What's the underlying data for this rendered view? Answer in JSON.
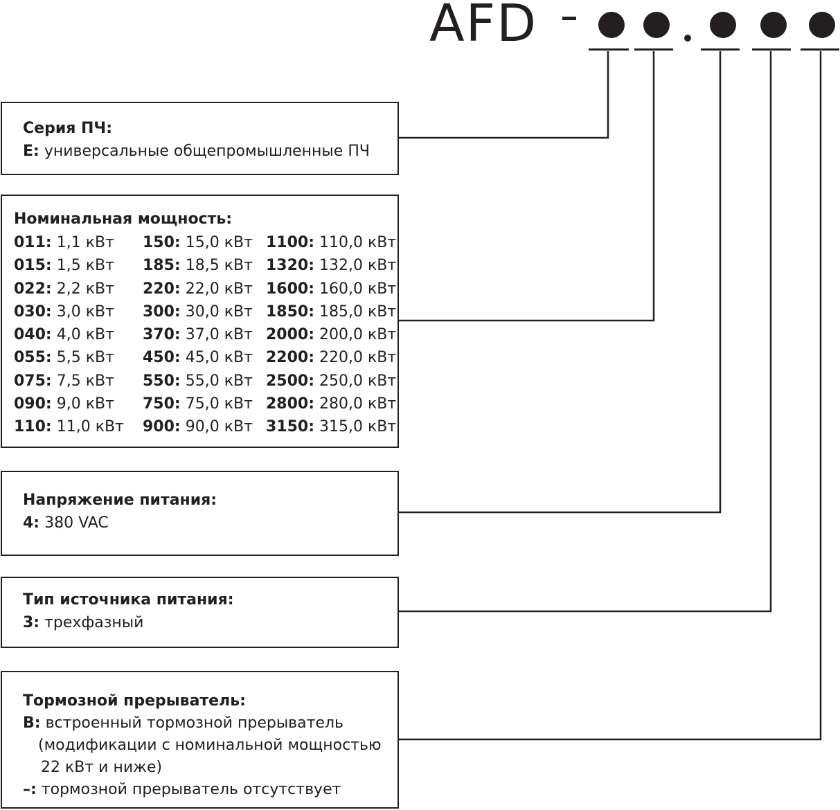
{
  "header": {
    "prefix": "AFD"
  },
  "boxes": {
    "series": {
      "title": "Серия ПЧ:",
      "items": [
        {
          "code": "E:",
          "text": " универсальные общепромышленные ПЧ"
        }
      ]
    },
    "power": {
      "title": "Номинальная мощность:",
      "columns": [
        [
          {
            "code": "011:",
            "text": " 1,1 кВт"
          },
          {
            "code": "015:",
            "text": " 1,5 кВт"
          },
          {
            "code": "022:",
            "text": " 2,2 кВт"
          },
          {
            "code": "030:",
            "text": " 3,0 кВт"
          },
          {
            "code": "040:",
            "text": " 4,0 кВт"
          },
          {
            "code": "055:",
            "text": " 5,5 кВт"
          },
          {
            "code": "075:",
            "text": " 7,5 кВт"
          },
          {
            "code": "090:",
            "text": " 9,0 кВт"
          },
          {
            "code": "110:",
            "text": " 11,0 кВт"
          }
        ],
        [
          {
            "code": "150:",
            "text": " 15,0 кВт"
          },
          {
            "code": "185:",
            "text": " 18,5 кВт"
          },
          {
            "code": "220:",
            "text": " 22,0 кВт"
          },
          {
            "code": "300:",
            "text": " 30,0 кВт"
          },
          {
            "code": "370:",
            "text": " 37,0 кВт"
          },
          {
            "code": "450:",
            "text": " 45,0 кВт"
          },
          {
            "code": "550:",
            "text": " 55,0 кВт"
          },
          {
            "code": "750:",
            "text": " 75,0 кВт"
          },
          {
            "code": "900:",
            "text": " 90,0 кВт"
          }
        ],
        [
          {
            "code": "1100:",
            "text": " 110,0 кВт"
          },
          {
            "code": "1320:",
            "text": " 132,0 кВт"
          },
          {
            "code": "1600:",
            "text": " 160,0 кВт"
          },
          {
            "code": "1850:",
            "text": " 185,0 кВт"
          },
          {
            "code": "2000:",
            "text": " 200,0 кВт"
          },
          {
            "code": "2200:",
            "text": " 220,0 кВт"
          },
          {
            "code": "2500:",
            "text": " 250,0 кВт"
          },
          {
            "code": "2800:",
            "text": " 280,0 кВт"
          },
          {
            "code": "3150:",
            "text": " 315,0 кВт"
          }
        ]
      ]
    },
    "voltage": {
      "title": "Напряжение питания:",
      "items": [
        {
          "code": "4:",
          "text": " 380 VAC"
        }
      ]
    },
    "phase": {
      "title": "Тип источника питания:",
      "items": [
        {
          "code": "3:",
          "text": " трехфазный"
        }
      ]
    },
    "brake": {
      "title": "Тормозной прерыватель:",
      "item_b_code": "B:",
      "item_b_text": " встроенный тормозной прерыватель",
      "item_b_note_1": "(модификации с номинальной мощностью",
      "item_b_note_2": "22 кВт и ниже)",
      "item_none_code": "–:",
      "item_none_text": " тормозной прерыватель отсутствует"
    }
  },
  "colors": {
    "ink": "#231f20",
    "background": "#ffffff"
  }
}
